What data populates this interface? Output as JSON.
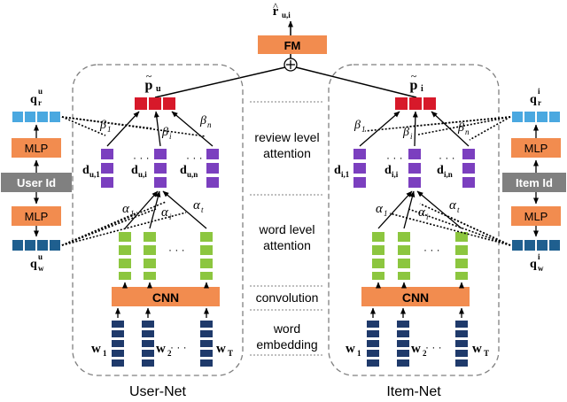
{
  "colors": {
    "orange": "#f28c4f",
    "red": "#d7192a",
    "purple": "#7b3fbf",
    "green": "#8cc63f",
    "navy": "#1f3a6b",
    "light_blue": "#4aa8e0",
    "teal_blue": "#1f5f8f",
    "gray_box": "#808080",
    "dash": "#7f7f7f",
    "arrow": "#000000"
  },
  "top": {
    "output_r": "r",
    "output_sub": "u,i",
    "fm_label": "FM",
    "plus": "⊕"
  },
  "user": {
    "net_label": "User-Net",
    "id_label": "User Id",
    "mlp_top": "MLP",
    "mlp_bottom": "MLP",
    "cnn": "CNN",
    "p": "p",
    "p_sub": "u",
    "q_r": "q",
    "q_r_sub": "r",
    "q_r_sup": "u",
    "q_w": "q",
    "q_w_sub": "w",
    "q_w_sup": "u",
    "d1": "d",
    "d1_sub": "u,1",
    "di": "d",
    "di_sub": "u,i",
    "dn": "d",
    "dn_sub": "u,n",
    "beta1": "β",
    "beta1_sub": "1",
    "betai": "β",
    "betai_sub": "i",
    "betan": "β",
    "betan_sub": "n",
    "alpha1": "α",
    "alpha1_sub": "1",
    "alphai": "α",
    "alphai_sub": "i",
    "alphat": "α",
    "alphat_sub": "t",
    "w1": "w",
    "w1_sub": "1",
    "w2": "w",
    "w2_sub": "2",
    "wT": "w",
    "wT_sub": "T"
  },
  "item": {
    "net_label": "Item-Net",
    "id_label": "Item Id",
    "mlp_top": "MLP",
    "mlp_bottom": "MLP",
    "cnn": "CNN",
    "p": "p",
    "p_sub": "i",
    "q_r": "q",
    "q_r_sub": "r",
    "q_r_sup": "i",
    "q_w": "q",
    "q_w_sub": "w",
    "q_w_sup": "i",
    "d1": "d",
    "d1_sub": "i,1",
    "di": "d",
    "di_sub": "i,i",
    "dn": "d",
    "dn_sub": "i,n",
    "beta1": "β",
    "beta1_sub": "1",
    "betai": "β",
    "betai_sub": "i",
    "betan": "β",
    "betan_sub": "n",
    "alpha1": "α",
    "alpha1_sub": "1",
    "alphai": "α",
    "alphai_sub": "i",
    "alphat": "α",
    "alphat_sub": "t",
    "w1": "w",
    "w1_sub": "1",
    "w2": "w",
    "w2_sub": "2",
    "wT": "w",
    "wT_sub": "T"
  },
  "levels": {
    "review_1": "review level",
    "review_2": "attention",
    "word_1": "word level",
    "word_2": "attention",
    "conv": "convolution",
    "embed_1": "word",
    "embed_2": "embedding"
  },
  "ellipsis": "· · ·"
}
